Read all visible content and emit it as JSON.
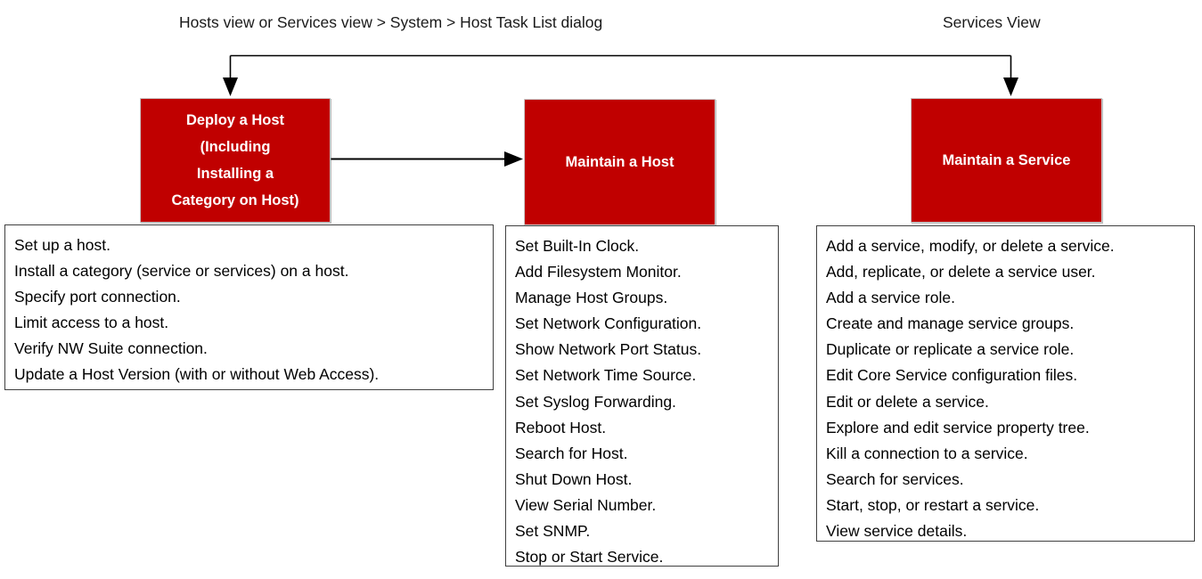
{
  "headings": {
    "path_navigation": "Hosts view or Services view > System >  Host Task List dialog",
    "services_view": "Services View"
  },
  "colors": {
    "box_fill": "#c00000",
    "box_text": "#ffffff",
    "list_border": "#404040",
    "connector": "#000000",
    "page_background": "#ffffff"
  },
  "process_boxes": [
    {
      "id": "deploy-host",
      "lines": [
        "Deploy a Host",
        "(Including",
        "Installing a",
        "Category on Host)"
      ]
    },
    {
      "id": "maintain-host",
      "lines": [
        "Maintain a Host"
      ]
    },
    {
      "id": "maintain-service",
      "lines": [
        "Maintain a Service"
      ]
    }
  ],
  "task_lists": {
    "deploy_host": [
      "Set up a host.",
      "Install a category (service or services) on a host.",
      "Specify port connection.",
      "Limit access to a host.",
      "Verify NW Suite connection.",
      "Update a Host Version (with or without Web Access)."
    ],
    "maintain_host": [
      "Set Built-In Clock.",
      "Add Filesystem Monitor.",
      "Manage Host Groups.",
      "Set Network Configuration.",
      "Show Network Port Status.",
      "Set Network Time Source.",
      "Set Syslog Forwarding.",
      "Reboot Host.",
      "Search for Host.",
      "Shut Down Host.",
      "View Serial Number.",
      "Set SNMP.",
      "Stop or Start Service."
    ],
    "maintain_service": [
      "Add a service, modify, or delete a service.",
      "Add, replicate, or delete a service user.",
      "Add a service role.",
      "Create and manage service groups.",
      "Duplicate or replicate a service role.",
      "Edit Core Service configuration files.",
      "Edit or delete a service.",
      "Explore and edit service property tree.",
      "Kill a connection to a service.",
      "Search for services.",
      "Start, stop, or restart a service.",
      "View service details."
    ]
  },
  "connectors": [
    {
      "id": "branch-to-deploy-host",
      "kind": "elbow-arrow-down"
    },
    {
      "id": "branch-to-maintain-service",
      "kind": "elbow-arrow-down"
    },
    {
      "id": "deploy-host-to-maintain-host",
      "kind": "straight-arrow-right"
    }
  ]
}
